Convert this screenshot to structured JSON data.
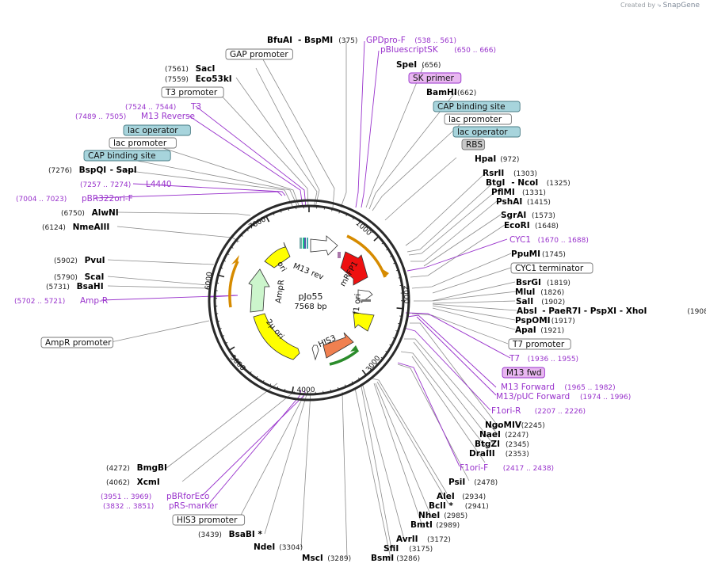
{
  "branding": {
    "created_by": "Created by",
    "app": "SnapGene"
  },
  "plasmid": {
    "name": "pJo55",
    "size": "7568 bp",
    "length": 7568
  },
  "ring_ticks": [
    "1000",
    "2000",
    "3000",
    "4000",
    "5000",
    "6000",
    "7000"
  ],
  "features": [
    {
      "label": "mRFP1",
      "color": "#ee1111"
    },
    {
      "label": "f1 ori",
      "color": "#ffff00"
    },
    {
      "label": "HIS3",
      "color": "#f08050"
    },
    {
      "label": "2μ ori",
      "color": "#ffff00"
    },
    {
      "label": "AmpR",
      "color": "#ccf5cc"
    },
    {
      "label": "ori",
      "color": "#ffff00"
    },
    {
      "label": "M13 rev",
      "color": "#ffffff"
    }
  ],
  "labels": [
    {
      "site": "BfuAI",
      "extra": "- BspMI",
      "pos": "(375)",
      "kind": "enzyme"
    },
    {
      "site": "GPDpro-F",
      "pos": "(538 .. 561)",
      "kind": "primer"
    },
    {
      "site": "pBluescriptSK",
      "pos": "(650 .. 666)",
      "kind": "primer"
    },
    {
      "site": "SpeI",
      "pos": "(656)",
      "kind": "enzyme"
    },
    {
      "site": "GAP promoter",
      "kind": "feature"
    },
    {
      "site": "SacI",
      "pos": "(7561)",
      "kind": "enzyme"
    },
    {
      "site": "Eco53kI",
      "pos": "(7559)",
      "kind": "enzyme"
    },
    {
      "site": "SK primer",
      "kind": "primerbox"
    },
    {
      "site": "BamHI",
      "pos": "(662)",
      "kind": "enzyme"
    },
    {
      "site": "T3 promoter",
      "kind": "feature"
    },
    {
      "site": "T3",
      "pos": "(7524 .. 7544)",
      "kind": "primer"
    },
    {
      "site": "M13 Reverse",
      "pos": "(7489 .. 7505)",
      "kind": "primer"
    },
    {
      "site": "CAP binding site",
      "kind": "bind"
    },
    {
      "site": "lac promoter",
      "kind": "feature"
    },
    {
      "site": "lac operator",
      "kind": "bind"
    },
    {
      "site": "lac operator",
      "kind": "bind"
    },
    {
      "site": "lac promoter",
      "kind": "feature"
    },
    {
      "site": "RBS",
      "kind": "rbs"
    },
    {
      "site": "CAP binding site",
      "kind": "bind"
    },
    {
      "site": "HpaI",
      "pos": "(972)",
      "kind": "enzyme"
    },
    {
      "site": "BspQI",
      "extra": "- SapI",
      "pos": "(7276)",
      "kind": "enzyme"
    },
    {
      "site": "RsrII",
      "pos": "(1303)",
      "kind": "enzyme"
    },
    {
      "site": "L4440",
      "pos": "(7257 .. 7274)",
      "kind": "primer"
    },
    {
      "site": "BtgI",
      "extra": "- NcoI",
      "pos": "(1325)",
      "kind": "enzyme"
    },
    {
      "site": "PflMI",
      "pos": "(1331)",
      "kind": "enzyme"
    },
    {
      "site": "pBR322ori-F",
      "pos": "(7004 .. 7023)",
      "kind": "primer"
    },
    {
      "site": "PshAI",
      "pos": "(1415)",
      "kind": "enzyme"
    },
    {
      "site": "AlwNI",
      "pos": "(6750)",
      "kind": "enzyme"
    },
    {
      "site": "SgrAI",
      "pos": "(1573)",
      "kind": "enzyme"
    },
    {
      "site": "NmeAIII",
      "pos": "(6124)",
      "kind": "enzyme"
    },
    {
      "site": "EcoRI",
      "pos": "(1648)",
      "kind": "enzyme"
    },
    {
      "site": "CYC1",
      "pos": "(1670 .. 1688)",
      "kind": "primer"
    },
    {
      "site": "PpuMI",
      "pos": "(1745)",
      "kind": "enzyme"
    },
    {
      "site": "PvuI",
      "pos": "(5902)",
      "kind": "enzyme"
    },
    {
      "site": "CYC1 terminator",
      "kind": "feature"
    },
    {
      "site": "ScaI",
      "pos": "(5790)",
      "kind": "enzyme"
    },
    {
      "site": "BsrGI",
      "pos": "(1819)",
      "kind": "enzyme"
    },
    {
      "site": "BsaHI",
      "pos": "(5731)",
      "kind": "enzyme"
    },
    {
      "site": "MluI",
      "pos": "(1826)",
      "kind": "enzyme"
    },
    {
      "site": "Amp-R",
      "pos": "(5702 .. 5721)",
      "kind": "primer"
    },
    {
      "site": "SalI",
      "pos": "(1902)",
      "kind": "enzyme"
    },
    {
      "site": "AbsI",
      "extra": "- PaeR7I   - PspXI   - XhoI",
      "pos": "(1908)",
      "kind": "enzyme"
    },
    {
      "site": "PspOMI",
      "pos": "(1917)",
      "kind": "enzyme"
    },
    {
      "site": "ApaI",
      "pos": "(1921)",
      "kind": "enzyme"
    },
    {
      "site": "AmpR promoter",
      "kind": "feature"
    },
    {
      "site": "T7 promoter",
      "kind": "feature"
    },
    {
      "site": "T7",
      "pos": "(1936 .. 1955)",
      "kind": "primer"
    },
    {
      "site": "M13 fwd",
      "kind": "primerbox"
    },
    {
      "site": "M13 Forward",
      "pos": "(1965 .. 1982)",
      "kind": "primer"
    },
    {
      "site": "M13/pUC Forward",
      "pos": "(1974 .. 1996)",
      "kind": "primer"
    },
    {
      "site": "F1ori-R",
      "pos": "(2207 .. 2226)",
      "kind": "primer"
    },
    {
      "site": "NgoMIV",
      "pos": "(2245)",
      "kind": "enzyme"
    },
    {
      "site": "NaeI",
      "pos": "(2247)",
      "kind": "enzyme"
    },
    {
      "site": "BtgZI",
      "pos": "(2345)",
      "kind": "enzyme"
    },
    {
      "site": "DraIII",
      "pos": "(2353)",
      "kind": "enzyme"
    },
    {
      "site": "BmgBI",
      "pos": "(4272)",
      "kind": "enzyme"
    },
    {
      "site": "F1ori-F",
      "pos": "(2417 .. 2438)",
      "kind": "primer"
    },
    {
      "site": "XcmI",
      "pos": "(4062)",
      "kind": "enzyme"
    },
    {
      "site": "PsiI",
      "pos": "(2478)",
      "kind": "enzyme"
    },
    {
      "site": "pBRforEco",
      "pos": "(3951 .. 3969)",
      "kind": "primer"
    },
    {
      "site": "pRS-marker",
      "pos": "(3832 .. 3851)",
      "kind": "primer"
    },
    {
      "site": "AleI",
      "pos": "(2934)",
      "kind": "enzyme"
    },
    {
      "site": "BclI *",
      "pos": "(2941)",
      "kind": "enzyme"
    },
    {
      "site": "HIS3 promoter",
      "kind": "feature"
    },
    {
      "site": "NheI",
      "pos": "(2985)",
      "kind": "enzyme"
    },
    {
      "site": "BmtI",
      "pos": "(2989)",
      "kind": "enzyme"
    },
    {
      "site": "BsaBI *",
      "pos": "(3439)",
      "kind": "enzyme"
    },
    {
      "site": "AvrII",
      "pos": "(3172)",
      "kind": "enzyme"
    },
    {
      "site": "NdeI",
      "pos": "(3304)",
      "kind": "enzyme"
    },
    {
      "site": "SfiI",
      "pos": "(3175)",
      "kind": "enzyme"
    },
    {
      "site": "MscI",
      "pos": "(3289)",
      "kind": "enzyme"
    },
    {
      "site": "BsmI",
      "pos": "(3286)",
      "kind": "enzyme"
    }
  ]
}
